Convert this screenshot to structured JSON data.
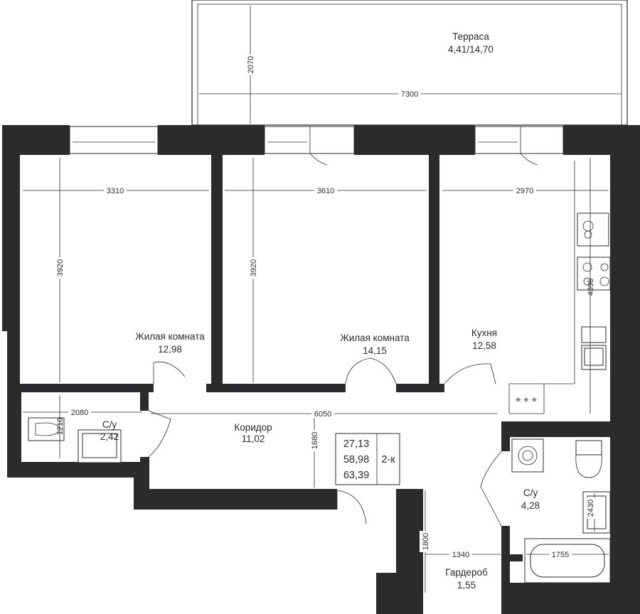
{
  "rooms": {
    "terrace": {
      "name": "Терраса",
      "area": "4,41/14,70"
    },
    "living1": {
      "name": "Жилая комната",
      "area": "12,98"
    },
    "living2": {
      "name": "Жилая комната",
      "area": "14,15"
    },
    "kitchen": {
      "name": "Кухня",
      "area": "12,58"
    },
    "corridor": {
      "name": "Коридор",
      "area": "11,02"
    },
    "bath_small": {
      "name": "С/у",
      "area": "2,42"
    },
    "bath_large": {
      "name": "С/у",
      "area": "4,28"
    },
    "wardrobe": {
      "name": "Гардероб",
      "area": "1,55"
    }
  },
  "dimensions": {
    "terrace_h": "2070",
    "terrace_w": "7300",
    "living1_w": "3310",
    "living1_h": "3920",
    "living2_w": "3610",
    "living2_h": "3920",
    "kitchen_w": "2970",
    "kitchen_h": "4395",
    "bath_small_w": "2080",
    "bath_small_h": "1210",
    "corridor_w": "6050",
    "corridor_h": "1680",
    "wardrobe_h": "1800",
    "wardrobe_w": "1340",
    "bath_large_w": "1755",
    "bath_large_h": "2430"
  },
  "summary": {
    "living_area": "27,13",
    "total_area": "58,98",
    "total_with_terrace": "63,39",
    "type": "2-к"
  },
  "stove_glyph": "✳ ✳ ✳"
}
